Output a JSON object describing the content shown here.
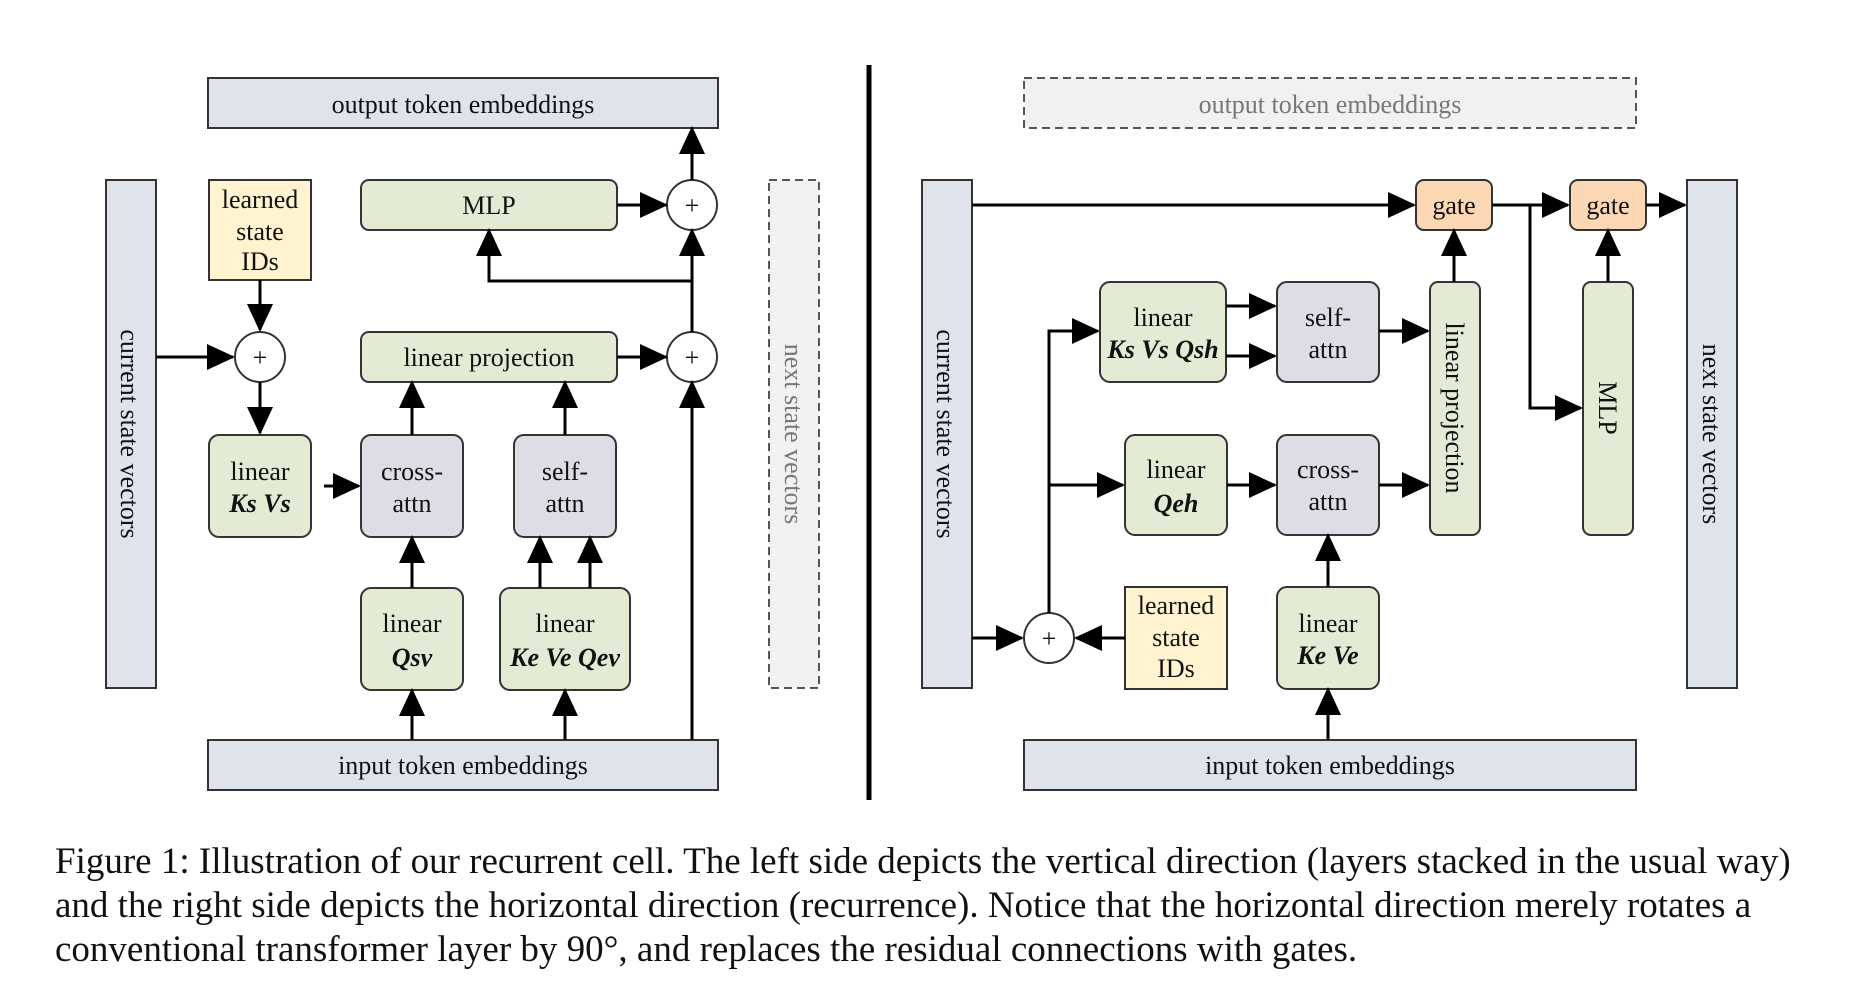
{
  "left": {
    "output_embeddings": "output token embeddings",
    "current_state": "current state vectors",
    "next_state": "next state vectors",
    "learned_state_ids": [
      "learned",
      "state",
      "IDs"
    ],
    "mlp": "MLP",
    "linear_projection": "linear projection",
    "linear_ks_vs": {
      "title": "linear",
      "symbols": "Ks Vs"
    },
    "cross_attn": [
      "cross-",
      "attn"
    ],
    "self_attn": [
      "self-",
      "attn"
    ],
    "linear_qs": {
      "title": "linear",
      "symbols": "Qsv"
    },
    "linear_ke_ve_qe": {
      "title": "linear",
      "symbols": "Ke Ve Qev"
    },
    "input_embeddings": "input token embeddings",
    "plus": "+"
  },
  "right": {
    "output_embeddings": "output token embeddings",
    "current_state": "current state vectors",
    "next_state": "next state vectors",
    "gate1": "gate",
    "gate2": "gate",
    "linear_top": {
      "title": "linear",
      "symbols": "Ks Vs Qsh"
    },
    "self_attn": [
      "self-",
      "attn"
    ],
    "linear_qe": {
      "title": "linear",
      "symbols": "Qeh"
    },
    "cross_attn": [
      "cross-",
      "attn"
    ],
    "linear_projection": "linear projection",
    "mlp": "MLP",
    "learned_state_ids": [
      "learned",
      "state",
      "IDs"
    ],
    "linear_ke_ve": {
      "title": "linear",
      "symbols": "Ke Ve"
    },
    "input_embeddings": "input token embeddings",
    "plus": "+"
  },
  "caption": "Figure 1: Illustration of our recurrent cell. The left side depicts the vertical direction (layers stacked in the usual way) and the right side depicts the horizontal direction (recurrence). Notice that the horizontal direction merely rotates a conventional transformer layer by 90°, and replaces the residual connections with gates.",
  "colors": {
    "embedding_fill": "#dfe4ec",
    "green_fill": "#e3ebd5",
    "purple_fill": "#dedde6",
    "yellow_fill": "#fff3d0",
    "gate_fill": "#fbd7b3",
    "dashed_fill": "#f1f1f1",
    "dashed_text": "#777777"
  }
}
